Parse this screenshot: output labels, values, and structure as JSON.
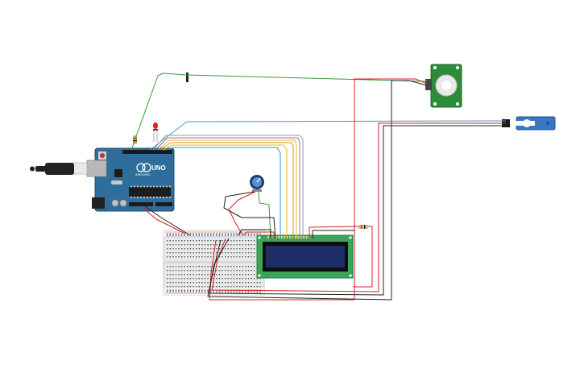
{
  "board": {
    "logo_text": "UNO",
    "brand_text": "ARDUINO"
  },
  "components": [
    {
      "id": "arduino",
      "icon": "arduino-uno-board"
    },
    {
      "id": "usb_cable",
      "icon": "usb-cable-plug"
    },
    {
      "id": "breadboard",
      "icon": "half-breadboard"
    },
    {
      "id": "lcd",
      "icon": "lcd-16x2-display"
    },
    {
      "id": "potentiometer",
      "icon": "rotary-potentiometer"
    },
    {
      "id": "pir_sensor",
      "icon": "pir-motion-sensor"
    },
    {
      "id": "servo",
      "icon": "micro-servo-motor"
    },
    {
      "id": "led",
      "icon": "red-led"
    },
    {
      "id": "resistor_led",
      "icon": "resistor"
    },
    {
      "id": "resistor_lcd",
      "icon": "resistor"
    },
    {
      "id": "pushbutton_probe",
      "icon": "wire-probe"
    }
  ],
  "colors": {
    "wire_green": "#3a9a3a",
    "wire_red": "#d42020",
    "wire_black": "#222222",
    "wire_blue": "#3a9ad0",
    "wire_yellow": "#e0c020",
    "wire_orange": "#e08a20",
    "wire_purple": "#9a6ac8",
    "wire_gray": "#9a9a9a",
    "board_blue": "#2f6e9c",
    "pcb_green": "#2e8b3a",
    "lcd_screen": "#1d2e6b",
    "servo_blue": "#3a78c0"
  }
}
